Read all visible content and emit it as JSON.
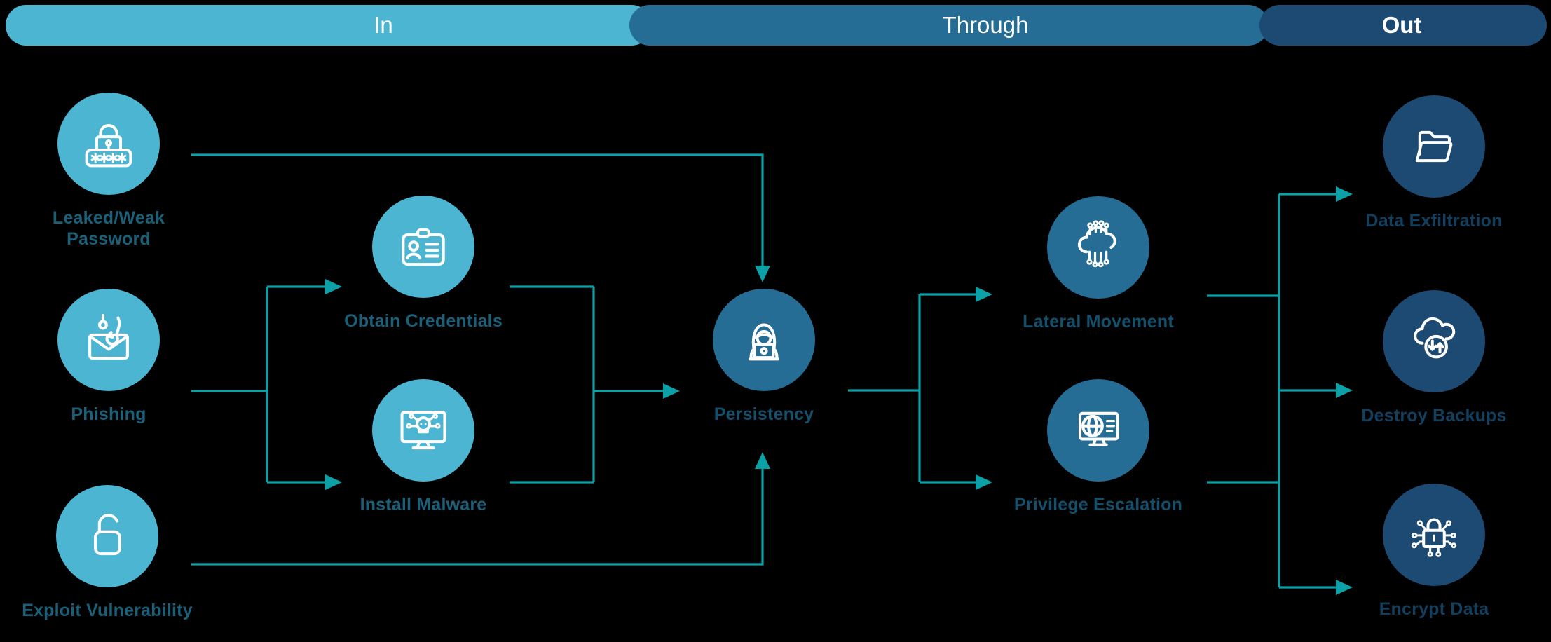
{
  "stages": [
    {
      "id": "in",
      "label": "In"
    },
    {
      "id": "through",
      "label": "Through"
    },
    {
      "id": "out",
      "label": "Out"
    }
  ],
  "palette": {
    "background": "#000000",
    "stage_in_fill": "#4CB5D2",
    "stage_through_fill": "#256D94",
    "stage_out_fill": "#1D4A72",
    "stage_text": "#FFFFFF",
    "node_in_fill": "#4CB5D2",
    "node_through_fill": "#256D94",
    "node_out_fill": "#1D4A72",
    "icon_stroke": "#FFFFFF",
    "label_in": "#1B6078",
    "label_through": "#14506B",
    "label_out": "#123F5E",
    "connector": "#0BA1A6"
  },
  "nodes": [
    {
      "id": "leaked-weak-password",
      "label": "Leaked/Weak Password",
      "stage": "in",
      "icon": "password-lock"
    },
    {
      "id": "phishing",
      "label": "Phishing",
      "stage": "in",
      "icon": "phishing-hook"
    },
    {
      "id": "exploit-vulnerability",
      "label": "Exploit Vulnerability",
      "stage": "in",
      "icon": "open-padlock"
    },
    {
      "id": "obtain-credentials",
      "label": "Obtain Credentials",
      "stage": "in",
      "icon": "id-card"
    },
    {
      "id": "install-malware",
      "label": "Install Malware",
      "stage": "in",
      "icon": "malware-monitor"
    },
    {
      "id": "persistency",
      "label": "Persistency",
      "stage": "through",
      "icon": "hacker-laptop"
    },
    {
      "id": "lateral-movement",
      "label": "Lateral Movement",
      "stage": "through",
      "icon": "cloud-network"
    },
    {
      "id": "privilege-escalation",
      "label": "Privilege Escalation",
      "stage": "through",
      "icon": "globe-monitor"
    },
    {
      "id": "data-exfiltration",
      "label": "Data Exfiltration",
      "stage": "out",
      "icon": "open-folder"
    },
    {
      "id": "destroy-backups",
      "label": "Destroy Backups",
      "stage": "out",
      "icon": "cloud-sync"
    },
    {
      "id": "encrypt-data",
      "label": "Encrypt Data",
      "stage": "out",
      "icon": "encrypt-lock"
    }
  ],
  "edges": [
    {
      "from": "leaked-weak-password",
      "to": "persistency"
    },
    {
      "from": "phishing",
      "to": "obtain-credentials"
    },
    {
      "from": "phishing",
      "to": "install-malware"
    },
    {
      "from": "exploit-vulnerability",
      "to": "persistency"
    },
    {
      "from": "obtain-credentials",
      "to": "persistency"
    },
    {
      "from": "install-malware",
      "to": "persistency"
    },
    {
      "from": "persistency",
      "to": "lateral-movement"
    },
    {
      "from": "persistency",
      "to": "privilege-escalation"
    },
    {
      "from": "lateral-movement",
      "to": "data-exfiltration"
    },
    {
      "from": "lateral-movement",
      "to": "destroy-backups"
    },
    {
      "from": "lateral-movement",
      "to": "encrypt-data"
    },
    {
      "from": "privilege-escalation",
      "to": "data-exfiltration"
    },
    {
      "from": "privilege-escalation",
      "to": "destroy-backups"
    },
    {
      "from": "privilege-escalation",
      "to": "encrypt-data"
    }
  ]
}
